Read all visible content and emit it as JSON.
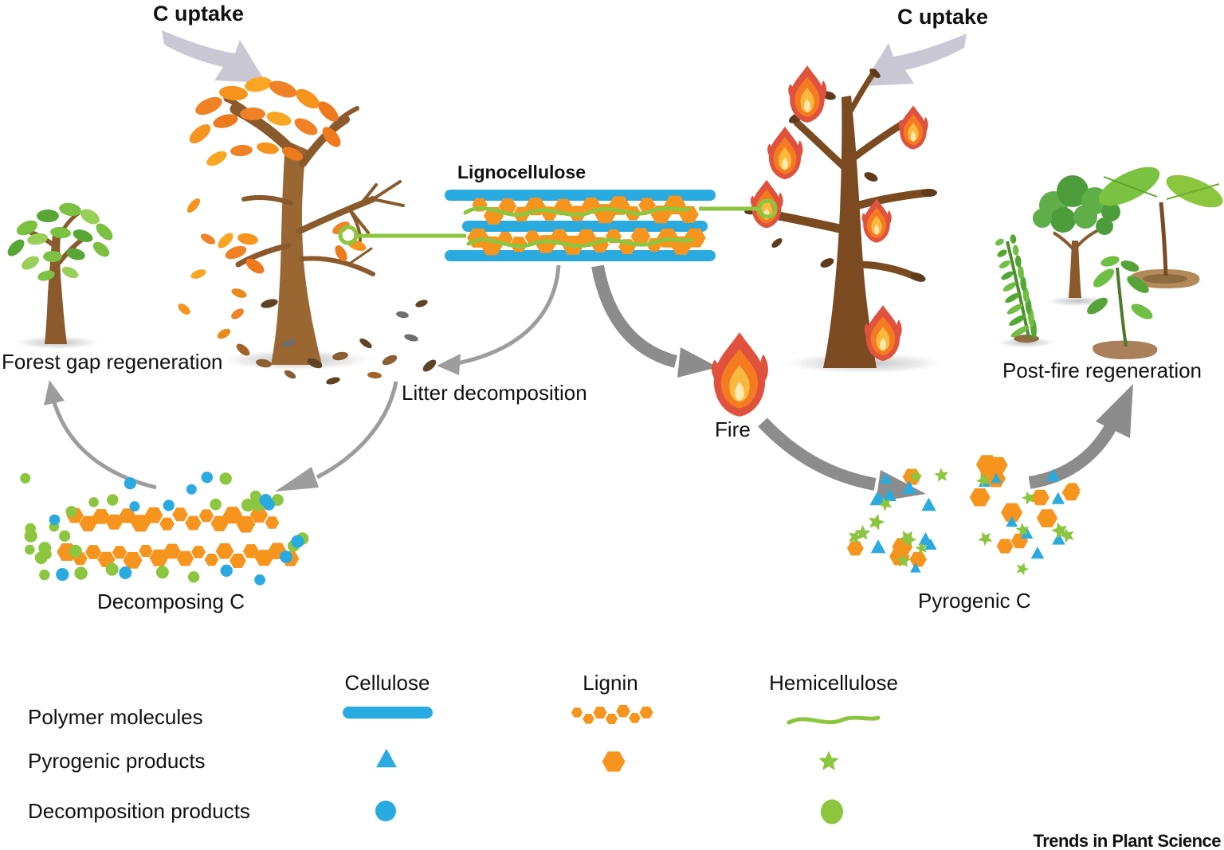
{
  "labels": {
    "c_uptake_left": "C uptake",
    "c_uptake_right": "C uptake",
    "lignocellulose": "Lignocellulose",
    "forest_gap": "Forest gap regeneration",
    "litter": "Litter decomposition",
    "fire": "Fire",
    "decomposing_c": "Decomposing C",
    "pyrogenic_c": "Pyrogenic C",
    "post_fire": "Post-fire regeneration",
    "journal": "Trends in Plant Science"
  },
  "legend": {
    "columns": [
      "Cellulose",
      "Lignin",
      "Hemicellulose"
    ],
    "rows": [
      "Polymer molecules",
      "Pyrogenic products",
      "Decomposition products"
    ],
    "cells": [
      [
        "blue-bar",
        "orange-hexagon-chain",
        "green-wave"
      ],
      [
        "blue-triangle",
        "orange-hexagon",
        "green-star"
      ],
      [
        "blue-circle",
        "",
        "green-circle"
      ]
    ]
  },
  "colors": {
    "cellulose_blue": "#29ABE2",
    "lignin_orange": "#F7941E",
    "hemicellulose_green": "#8CC63F",
    "uptake_arrow_gray": "#C9C8D4",
    "thin_arrow_gray": "#9D9D9D",
    "thick_arrow_gray": "#8C8C8C",
    "text": "#111111"
  },
  "lignocellulose_model": {
    "cellulose_bars": 3,
    "lignin_chains": 2,
    "chain_hexagons": [
      16,
      17
    ],
    "hemicellulose_strands": 2
  },
  "clusters": {
    "decomposing_c": {
      "hex_chains": 2,
      "chain_hexagons": [
        16,
        18
      ],
      "blue_circles": 14,
      "green_circles": 27
    },
    "pyrogenic_c": {
      "orange_hexagons": 17,
      "blue_triangles": 18,
      "green_stars": 17
    }
  }
}
